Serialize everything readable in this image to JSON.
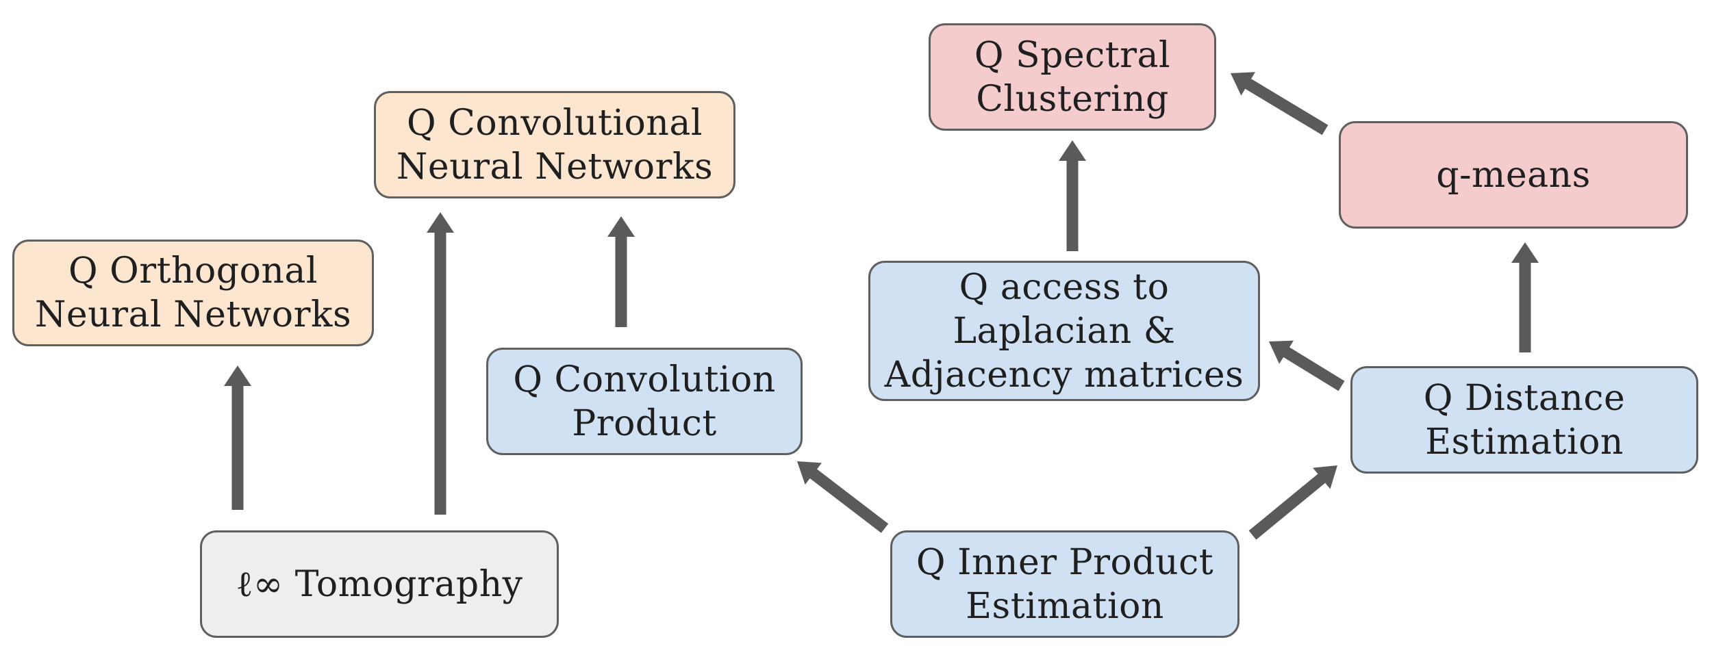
{
  "colors": {
    "arrow": "#5a5a5a",
    "node_border": "#5f5f5f",
    "orange_fill": "#fde6cf",
    "blue_fill": "#cfe1f3",
    "pink_fill": "#f4cccd",
    "gray_fill": "#eeeeee"
  },
  "nodes": {
    "q_orthogonal_nn": {
      "label": "Q Orthogonal\nNeural Networks"
    },
    "q_convolutional_nn": {
      "label": "Q Convolutional\nNeural Networks"
    },
    "linf_tomography": {
      "label": "ℓ∞ Tomography"
    },
    "q_convolution_product": {
      "label": "Q Convolution\nProduct"
    },
    "q_spectral_clustering": {
      "label": "Q Spectral\nClustering"
    },
    "q_access_laplacian": {
      "label": "Q access to\nLaplacian &\nAdjacency matrices"
    },
    "q_means": {
      "label": "q-means"
    },
    "q_distance_estimation": {
      "label": "Q Distance\nEstimation"
    },
    "q_inner_product_estimation": {
      "label": "Q Inner Product\nEstimation"
    }
  },
  "edges": [
    {
      "from": "linf_tomography",
      "to": "q_orthogonal_nn"
    },
    {
      "from": "linf_tomography",
      "to": "q_convolutional_nn"
    },
    {
      "from": "q_convolution_product",
      "to": "q_convolutional_nn"
    },
    {
      "from": "q_inner_product_estimation",
      "to": "q_convolution_product"
    },
    {
      "from": "q_inner_product_estimation",
      "to": "q_distance_estimation"
    },
    {
      "from": "q_distance_estimation",
      "to": "q_access_laplacian"
    },
    {
      "from": "q_distance_estimation",
      "to": "q_means"
    },
    {
      "from": "q_access_laplacian",
      "to": "q_spectral_clustering"
    },
    {
      "from": "q_means",
      "to": "q_spectral_clustering"
    }
  ]
}
